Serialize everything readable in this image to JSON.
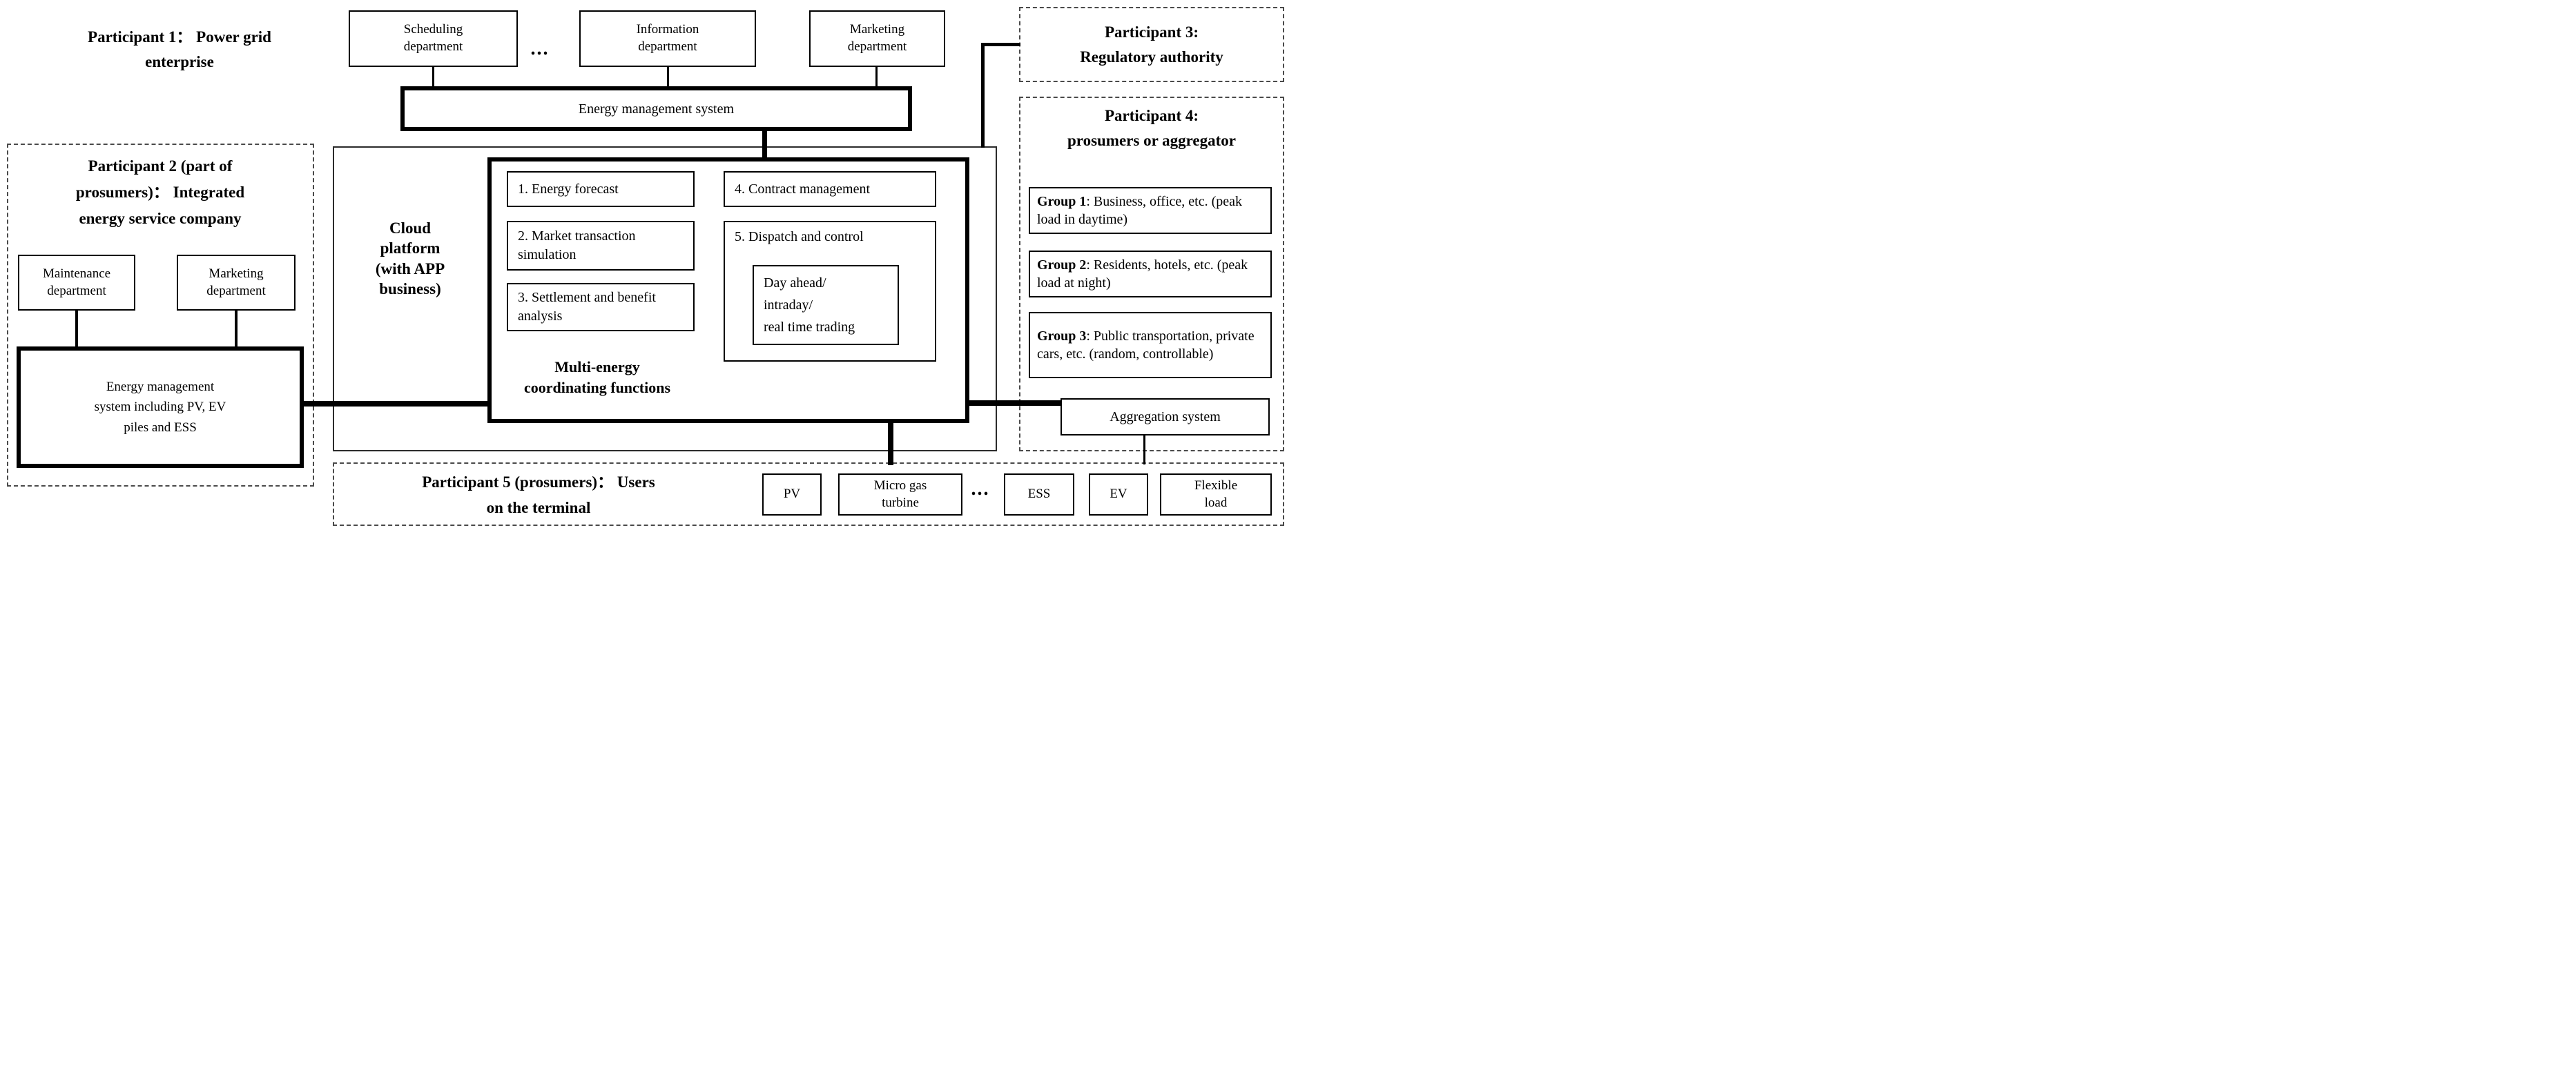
{
  "p1": {
    "title": [
      "Participant 1： Power grid",
      "enterprise"
    ]
  },
  "grid_departments": {
    "scheduling": [
      "Scheduling",
      "department"
    ],
    "dots": "...",
    "information": [
      "Information",
      "department"
    ],
    "marketing": [
      "Marketing",
      "department"
    ]
  },
  "ems": {
    "label": "Energy management system"
  },
  "p3": {
    "title": [
      "Participant 3:",
      "Regulatory authority"
    ]
  },
  "p4": {
    "title": [
      "Participant 4:",
      "prosumers or aggregator"
    ],
    "groups": [
      {
        "label": "Group 1",
        "body": ": Business, office, etc. (peak load in daytime)"
      },
      {
        "label": "Group 2",
        "body": ": Residents, hotels, etc. (peak load at night)"
      },
      {
        "label": "Group 3",
        "body": ": Public transportation, private cars, etc. (random, controllable)"
      }
    ],
    "aggregation": "Aggregation system"
  },
  "cloud": {
    "platform_label": [
      "Cloud",
      "platform",
      "(with APP",
      "business)"
    ],
    "functions": {
      "f1": "1.  Energy forecast",
      "f2": "2.  Market transaction simulation",
      "f3": "3.  Settlement and benefit analysis",
      "f4": "4.  Contract management",
      "f5": "5.  Dispatch and control",
      "trading": [
        "Day ahead/",
        "intraday/",
        "real time trading"
      ],
      "caption": [
        "Multi-energy",
        "coordinating functions"
      ]
    }
  },
  "p2": {
    "title": [
      "Participant 2 (part of",
      "prosumers)： Integrated",
      "energy service company"
    ],
    "maintenance": [
      "Maintenance",
      "department"
    ],
    "marketing": [
      "Marketing",
      "department"
    ],
    "ems": [
      "Energy management",
      "system including PV, EV",
      "piles and ESS"
    ]
  },
  "p5": {
    "title": [
      "Participant 5 (prosumers)： Users",
      "on the terminal"
    ],
    "devices": {
      "pv": "PV",
      "micro_gas": [
        "Micro gas",
        "turbine"
      ],
      "dots": "...",
      "ess": "ESS",
      "ev": "EV",
      "flexible": [
        "Flexible",
        "load"
      ]
    }
  },
  "colors": {
    "ink": "#000000",
    "background": "#ffffff"
  }
}
